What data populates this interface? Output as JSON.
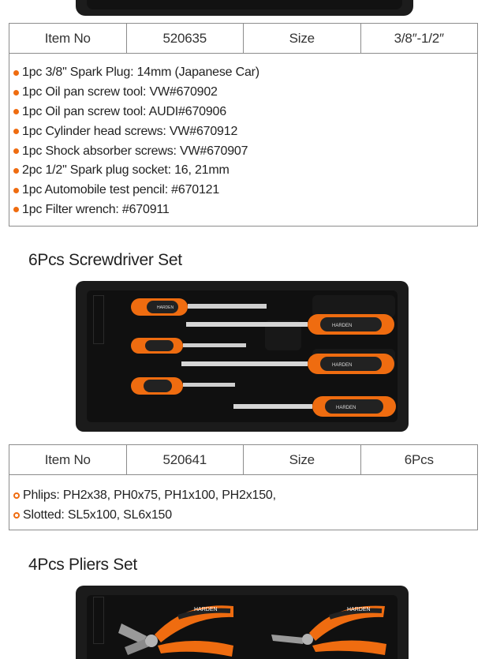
{
  "set1": {
    "header": {
      "item_label": "Item No",
      "item_value": "520635",
      "size_label": "Size",
      "size_value": "3/8″-1/2″"
    },
    "items": [
      "1pc 3/8\" Spark Plug: 14mm (Japanese Car)",
      "1pc Oil pan screw tool: VW#670902",
      "1pc Oil pan screw tool: AUDI#670906",
      "1pc Cylinder head screws: VW#670912",
      "1pc Shock absorber screws: VW#670907",
      "2pc 1/2\" Spark plug socket: 16, 21mm",
      "1pc Automobile test pencil: #670121",
      "1pc Filter wrench: #670911"
    ]
  },
  "set2": {
    "title": "6Pcs Screwdriver Set",
    "header": {
      "item_label": "Item No",
      "item_value": "520641",
      "size_label": "Size",
      "size_value": "6Pcs"
    },
    "items": [
      "Phlips: PH2x38, PH0x75, PH1x100, PH2x150,",
      "Slotted: SL5x100, SL6x150"
    ],
    "handle_brand": "HARDEN"
  },
  "set3": {
    "title": "4Pcs Pliers Set",
    "handle_brand": "HARDEN"
  },
  "colors": {
    "accent": "#ef6c10",
    "border": "#8c8c8c",
    "tray": "#1b1b1b"
  }
}
